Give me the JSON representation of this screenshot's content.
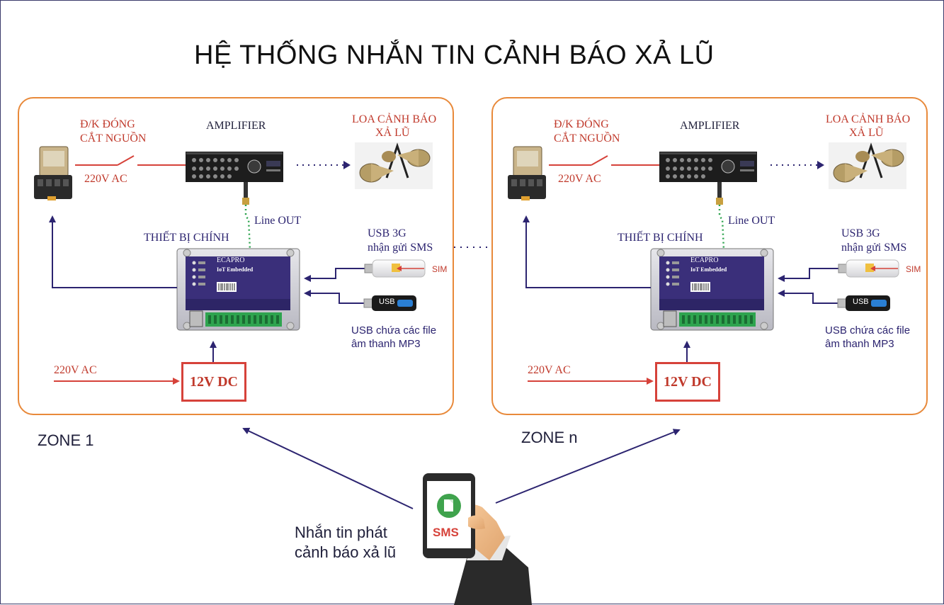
{
  "title": "HỆ THỐNG NHẮN TIN CẢNH BÁO XẢ LŨ",
  "zones": [
    {
      "name": "ZONE 1",
      "switch_label_1": "Đ/K ĐÓNG",
      "switch_label_2": "CẮT NGUỒN",
      "ac_label": "220V AC",
      "amplifier_label": "AMPLIFIER",
      "speaker_label_1": "LOA CẢNH BÁO",
      "speaker_label_2": "XẢ LŨ",
      "line_out_label": "Line OUT",
      "main_device_label": "THIẾT BỊ CHÍNH",
      "usb3g_label_1": "USB 3G",
      "usb3g_label_2": "nhận gửi SMS",
      "sim_label": "SIM",
      "usb_stick_text": "USB",
      "usb_mp3_label_1": "USB chứa các  file",
      "usb_mp3_label_2": "âm thanh MP3",
      "power_in_label": "220V AC",
      "dc_label": "12V DC",
      "device_brand": "ECAPRO",
      "device_model": "IoT  Embedded"
    },
    {
      "name": "ZONE n",
      "switch_label_1": "Đ/K ĐÓNG",
      "switch_label_2": "CẮT NGUỒN",
      "ac_label": "220V AC",
      "amplifier_label": "AMPLIFIER",
      "speaker_label_1": "LOA CẢNH BÁO",
      "speaker_label_2": "XẢ LŨ",
      "line_out_label": "Line OUT",
      "main_device_label": "THIẾT BỊ CHÍNH",
      "usb3g_label_1": "USB 3G",
      "usb3g_label_2": "nhận gửi SMS",
      "sim_label": "SIM",
      "usb_stick_text": "USB",
      "usb_mp3_label_1": "USB chứa các  file",
      "usb_mp3_label_2": "âm thanh MP3",
      "power_in_label": "220V AC",
      "dc_label": "12V DC",
      "device_brand": "ECAPRO",
      "device_model": "IoT  Embedded"
    }
  ],
  "phone": {
    "sms_label": "SMS",
    "caption_1": "Nhắn tin phát",
    "caption_2": "cảnh báo xả lũ"
  },
  "colors": {
    "zone_border": "#e8893a",
    "arrow_navy": "#2c2470",
    "power_red": "#d6423a",
    "line_out_green": "#2ea44f",
    "device_purple": "#3a2f7a"
  }
}
